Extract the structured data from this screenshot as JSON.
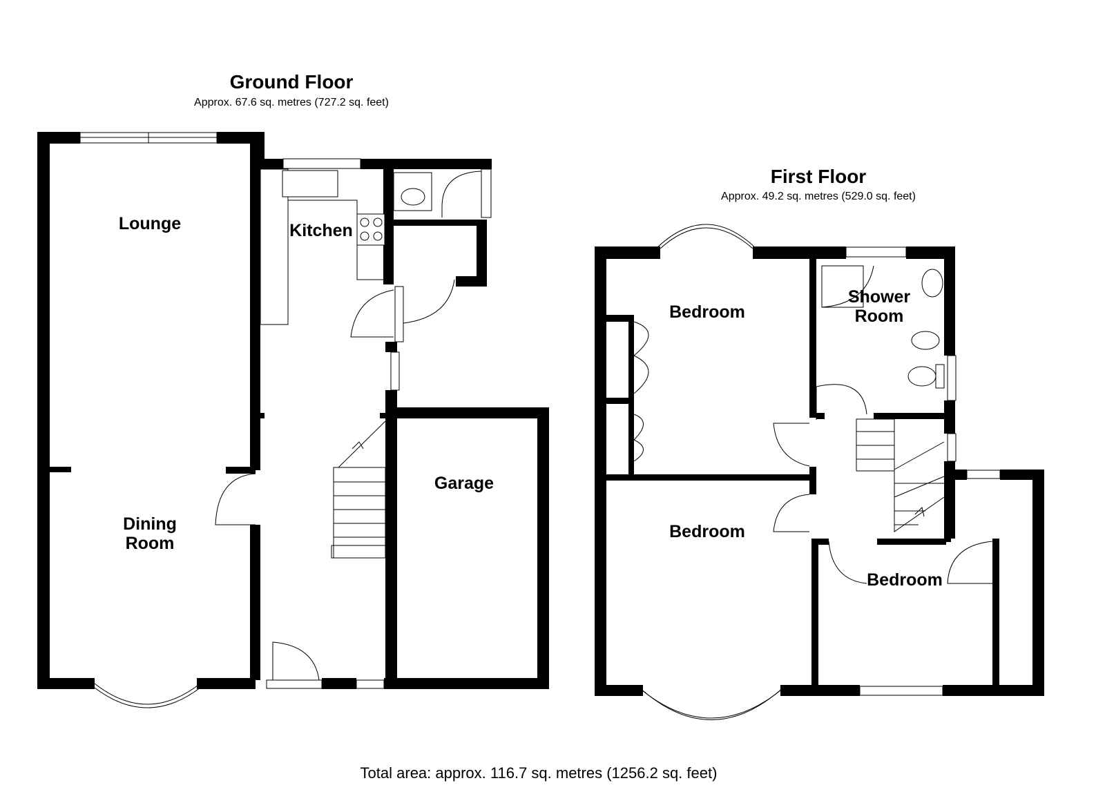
{
  "ground_floor": {
    "title": "Ground Floor",
    "area": "Approx. 67.6 sq. metres (727.2 sq. feet)",
    "rooms": {
      "lounge": "Lounge",
      "kitchen": "Kitchen",
      "dining_line1": "Dining",
      "dining_line2": "Room",
      "garage": "Garage"
    }
  },
  "first_floor": {
    "title": "First Floor",
    "area": "Approx. 49.2 sq. metres (529.0 sq. feet)",
    "rooms": {
      "bedroom1": "Bedroom",
      "bedroom2": "Bedroom",
      "bedroom3": "Bedroom",
      "shower_line1": "Shower",
      "shower_line2": "Room"
    }
  },
  "total_area": "Total area: approx. 116.7 sq. metres (1256.2 sq. feet)"
}
